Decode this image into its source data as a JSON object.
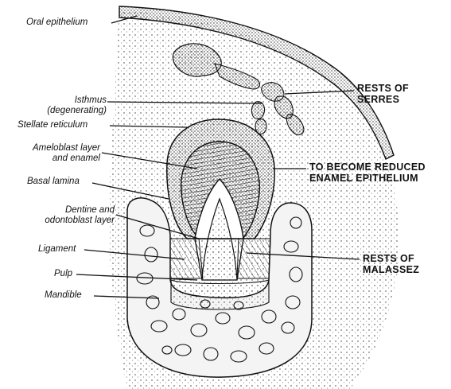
{
  "labels_left": {
    "oral_epithelium": "Oral epithelium",
    "isthmus_line1": "Isthmus",
    "isthmus_line2": "(degenerating)",
    "stellate_reticulum": "Stellate reticulum",
    "ameloblast_line1": "Ameloblast layer",
    "ameloblast_line2": "and enamel",
    "basal_lamina": "Basal lamina",
    "dentine_line1": "Dentine and",
    "dentine_line2": "odontoblast layer",
    "ligament": "Ligament",
    "pulp": "Pulp",
    "mandible": "Mandible"
  },
  "labels_right": {
    "rests_serres_line1": "RESTS OF",
    "rests_serres_line2": "SERRES",
    "reduced_line1": "TO BECOME REDUCED",
    "reduced_line2": "ENAMEL EPITHELIUM",
    "rests_malassez_line1": "RESTS OF",
    "rests_malassez_line2": "MALASSEZ"
  },
  "colors": {
    "ink": "#111111",
    "background": "#ffffff",
    "tissue_light": "#f2f2f2",
    "tissue_mid": "#d9d9d9"
  }
}
